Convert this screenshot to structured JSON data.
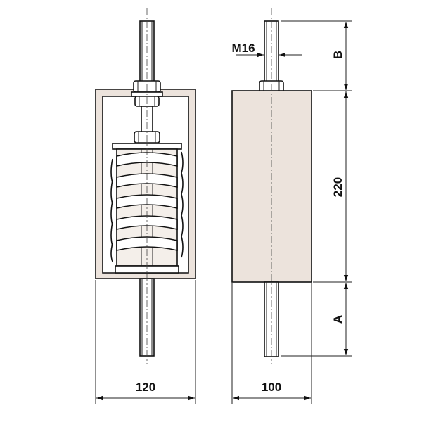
{
  "dimensions": {
    "width_120": "120",
    "width_100": "100",
    "height_220": "220",
    "thread": "M16",
    "label_b": "B",
    "label_a": "A"
  },
  "colors": {
    "housing_fill": "#ece3dc",
    "spring_fill": "#ffffff",
    "line": "#111111"
  }
}
